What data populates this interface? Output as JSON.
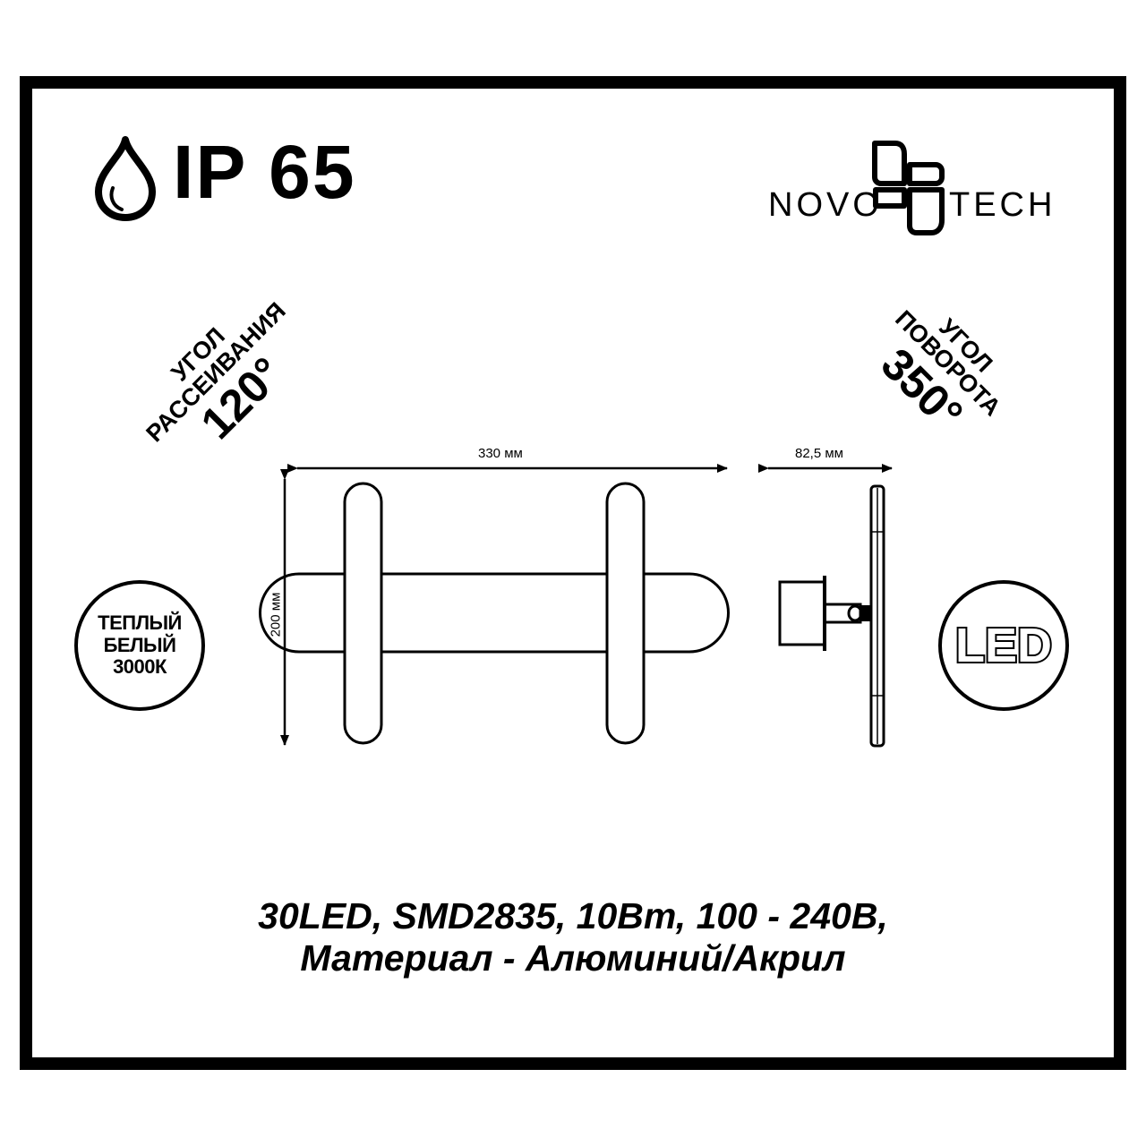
{
  "ip_rating": {
    "icon": "water-drop-icon",
    "label": "IP 65"
  },
  "brand": {
    "name": "NOVOTECH",
    "left_text": "NOVO",
    "right_text": "TECH"
  },
  "scatter_angle": {
    "line1": "УГОЛ",
    "line2": "РАССЕИВАНИЯ",
    "value": "120°"
  },
  "rotation_angle": {
    "line1": "УГОЛ",
    "line2": "ПОВОРОТА",
    "value": "350°"
  },
  "color_temp_badge": {
    "line1": "ТЕПЛЫЙ",
    "line2": "БЕЛЫЙ",
    "line3": "3000К"
  },
  "led_badge": {
    "label": "LED"
  },
  "dimensions": {
    "width": "330 мм",
    "height": "200 мм",
    "depth": "82,5 мм"
  },
  "specs": {
    "line1": "30LED, SMD2835, 10Вт, 100 - 240В,",
    "line2": "Материал - Алюминий/Акрил"
  },
  "colors": {
    "ink": "#000000",
    "background": "#ffffff"
  }
}
